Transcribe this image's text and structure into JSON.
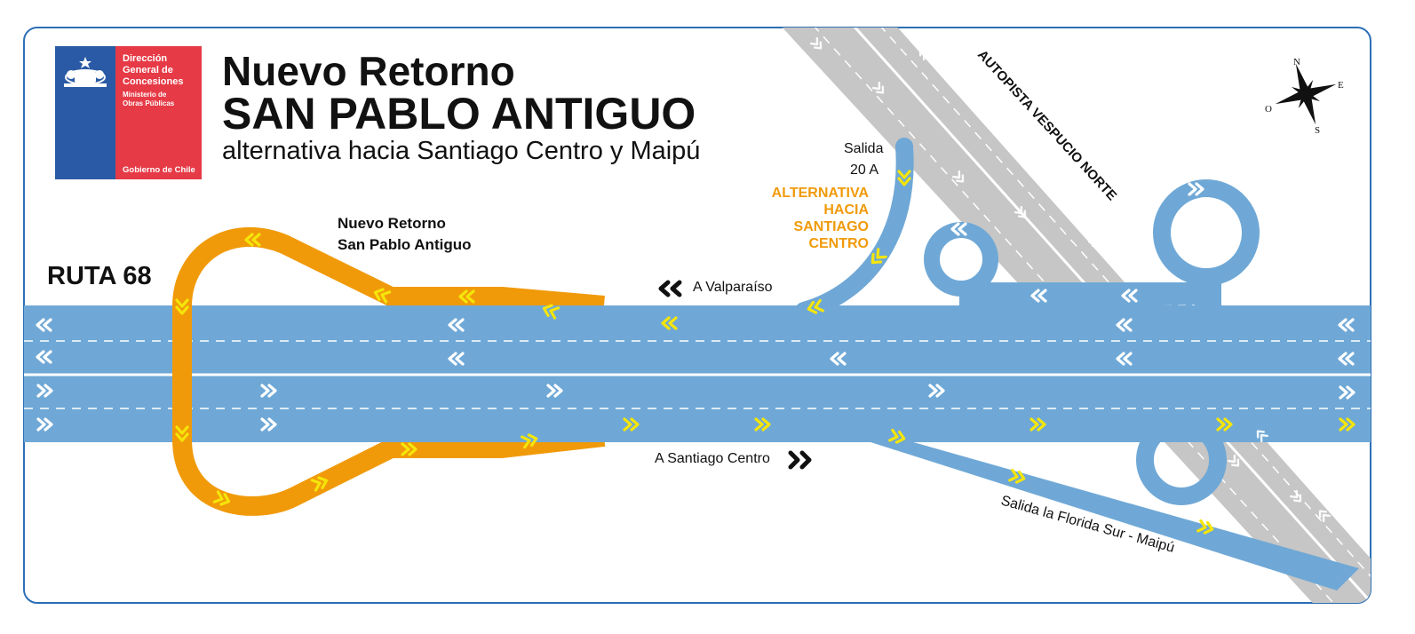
{
  "logo": {
    "lines": [
      "Dirección",
      "General de",
      "Concesiones"
    ],
    "ministry_lines": [
      "Ministerio de",
      "Obras Públicas"
    ],
    "footer": "Gobierno de Chile"
  },
  "title": {
    "line1": "Nuevo Retorno",
    "line2": "SAN PABLO ANTIGUO",
    "subtitle": "alternativa hacia Santiago Centro y Maipú"
  },
  "labels": {
    "ruta": "RUTA 68",
    "retorno_line1": "Nuevo Retorno",
    "retorno_line2": "San Pablo Antiguo",
    "valparaiso": "A Valparaíso",
    "santiago_centro": "A Santiago Centro",
    "salida_line1": "Salida",
    "salida_line2": "20 A",
    "alt_lines": [
      "ALTERNATIVA",
      "HACIA",
      "SANTIAGO",
      "CENTRO"
    ],
    "vespucio": "AUTOPISTA VESPUCIO NORTE",
    "florida": "Salida la Florida Sur - Maipú"
  },
  "compass": {
    "n": "N",
    "e": "E",
    "s": "S",
    "o": "O"
  },
  "colors": {
    "road_blue": "#6fa8d6",
    "retorno_orange": "#f09a0a",
    "highway_gray": "#c6c6c6",
    "arrow_yellow": "#f5e50a",
    "arrow_white": "#ffffff",
    "frame_blue": "#2d6fb5",
    "logo_blue": "#2a5aa5",
    "logo_red": "#e63a46"
  }
}
